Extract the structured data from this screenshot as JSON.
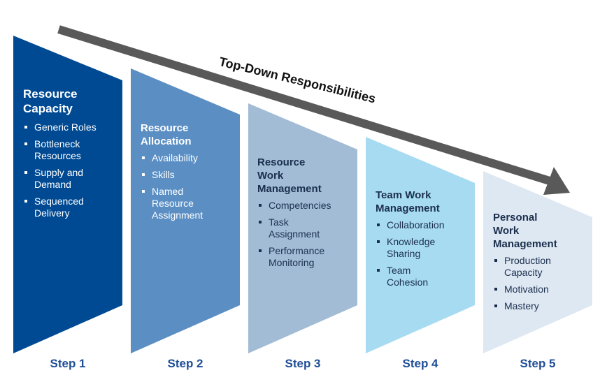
{
  "arrow": {
    "label": "Top-Down Responsibilities",
    "color": "#595959"
  },
  "steps": [
    {
      "title_lines": [
        "Resource",
        "Capacity"
      ],
      "bullets": [
        [
          "Generic Roles"
        ],
        [
          "Bottleneck",
          "Resources"
        ],
        [
          "Supply and",
          "Demand"
        ],
        [
          "Sequenced",
          "Delivery"
        ]
      ],
      "step_label": "Step 1",
      "fill": "#004a93",
      "text_color": "#ffffff"
    },
    {
      "title_lines": [
        "Resource",
        "Allocation"
      ],
      "bullets": [
        [
          "Availability"
        ],
        [
          "Skills"
        ],
        [
          "Named",
          "Resource",
          "Assignment"
        ]
      ],
      "step_label": "Step 2",
      "fill": "#5b8fc4",
      "text_color": "#ffffff"
    },
    {
      "title_lines": [
        "Resource",
        "Work",
        "Management"
      ],
      "bullets": [
        [
          "Competencies"
        ],
        [
          "Task",
          "Assignment"
        ],
        [
          "Performance",
          "Monitoring"
        ]
      ],
      "step_label": "Step 3",
      "fill": "#a2bcd6",
      "text_color": "#1b2f4d"
    },
    {
      "title_lines": [
        "Team Work",
        "Management"
      ],
      "bullets": [
        [
          "Collaboration"
        ],
        [
          "Knowledge",
          "Sharing"
        ],
        [
          "Team",
          "Cohesion"
        ]
      ],
      "step_label": "Step 4",
      "fill": "#a7dbf2",
      "text_color": "#1b2f4d"
    },
    {
      "title_lines": [
        "Personal",
        "Work",
        "Management"
      ],
      "bullets": [
        [
          "Production",
          "Capacity"
        ],
        [
          "Motivation"
        ],
        [
          "Mastery"
        ]
      ],
      "step_label": "Step 5",
      "fill": "#dee8f3",
      "text_color": "#1b2f4d"
    }
  ]
}
